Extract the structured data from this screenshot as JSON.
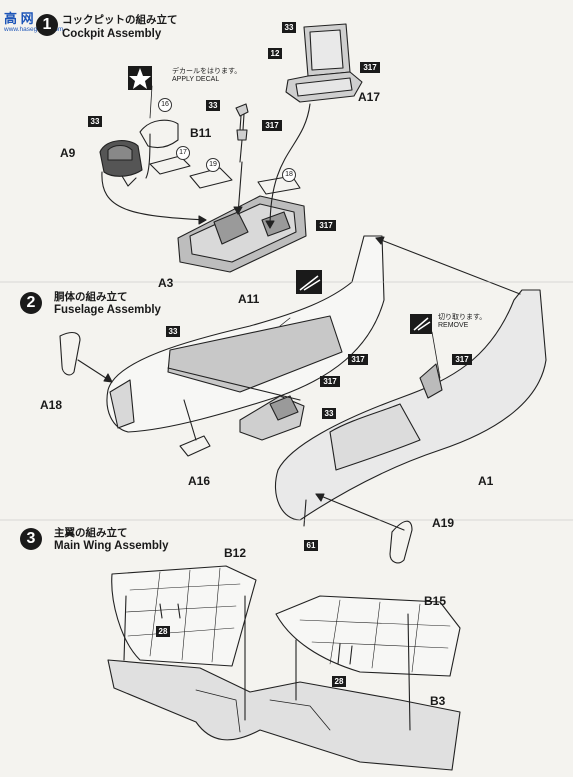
{
  "watermark": {
    "text": "高 网",
    "url": "www.hasegawa.com"
  },
  "steps": [
    {
      "num": "1",
      "jp": "コックピットの組み立て",
      "en": "Cockpit Assembly"
    },
    {
      "num": "2",
      "jp": "胴体の組み立て",
      "en": "Fuselage Assembly"
    },
    {
      "num": "3",
      "jp": "主翼の組み立て",
      "en": "Main Wing Assembly"
    }
  ],
  "notes": {
    "decal_jp": "デカールをはります。",
    "decal_en": "APPLY DECAL",
    "remove_jp": "切り取ります。",
    "remove_en": "REMOVE"
  },
  "parts": {
    "a17": "A17",
    "b11": "B11",
    "a9": "A9",
    "a3": "A3",
    "a11": "A11",
    "a18": "A18",
    "a16": "A16",
    "a1": "A1",
    "a19": "A19",
    "b12": "B12",
    "b15": "B15",
    "b3": "B3"
  },
  "paint_codes": {
    "p33a": "33",
    "p12": "12",
    "p317a": "317",
    "p33b": "33",
    "p317b": "317",
    "p33c": "33",
    "p317c": "317",
    "p33d": "33",
    "p317d": "317",
    "p317e": "317",
    "p317f": "317",
    "p33e": "33",
    "p61": "61",
    "p28a": "28",
    "p28b": "28"
  },
  "decal_numbers": {
    "d16": "16",
    "d17": "17",
    "d19": "19",
    "d18": "18"
  }
}
